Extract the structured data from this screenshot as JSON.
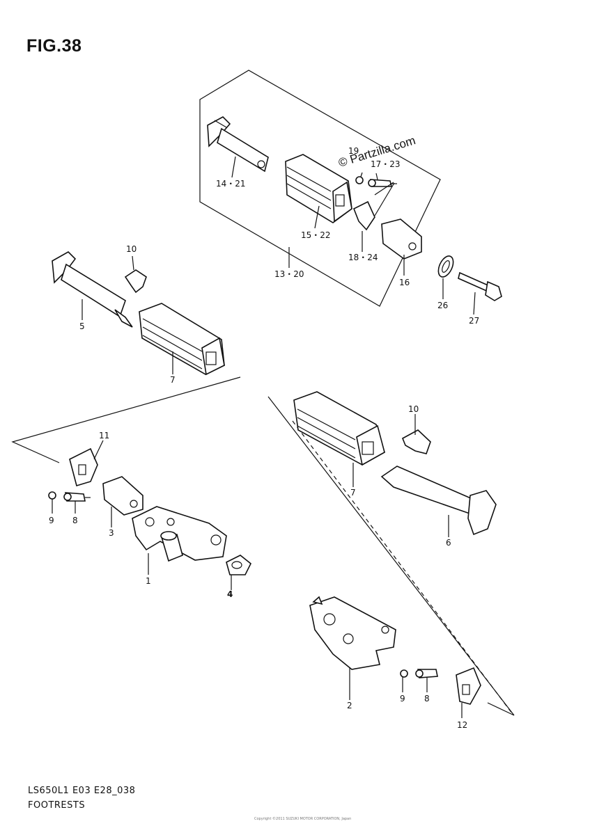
{
  "figure_title": "FIG.38",
  "watermark": "© Partzilla.com",
  "footer": {
    "code_line1": "LS650L1 E03 E28_038",
    "code_line2": "FOOTRESTS",
    "fine_print": "Copyright ©2011 SUZUKI MOTOR CORPORATION, Japan"
  },
  "callouts": {
    "c14_21": "14・21",
    "c15_22": "15・22",
    "c13_20": "13・20",
    "c19": "19",
    "c17_23": "17・23",
    "c18_24": "18・24",
    "c16": "16",
    "c26": "26",
    "c27": "27",
    "c10a": "10",
    "c5": "5",
    "c7a": "7",
    "c11": "11",
    "c9a": "9",
    "c8a": "8",
    "c3": "3",
    "c1": "1",
    "c4": "4",
    "c10b": "10",
    "c7b": "7",
    "c6": "6",
    "c2": "2",
    "c9b": "9",
    "c8b": "8",
    "c12": "12"
  }
}
